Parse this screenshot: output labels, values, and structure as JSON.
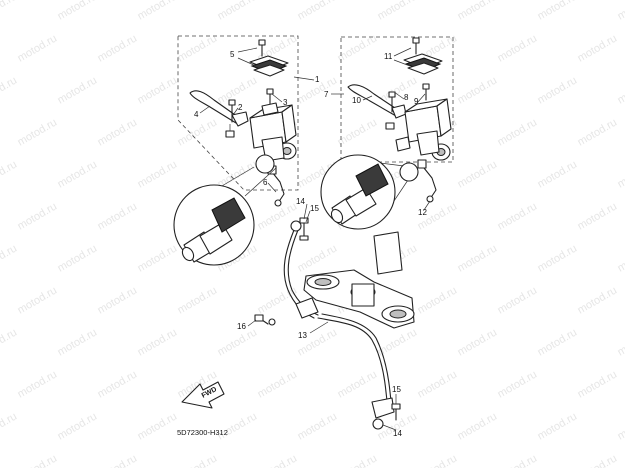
{
  "watermark": "motod.ru",
  "diagram_code": "5D72300-H312",
  "forward_label": "FWD",
  "callouts": {
    "c1": "1",
    "c2": "2",
    "c3": "3",
    "c4": "4",
    "c5": "5",
    "c6": "6",
    "c7": "7",
    "c8": "8",
    "c9": "9",
    "c10": "10",
    "c11": "11",
    "c12": "12",
    "c13": "13",
    "c14a": "14",
    "c14b": "14",
    "c15a": "15",
    "c15b": "15",
    "c16": "16"
  }
}
